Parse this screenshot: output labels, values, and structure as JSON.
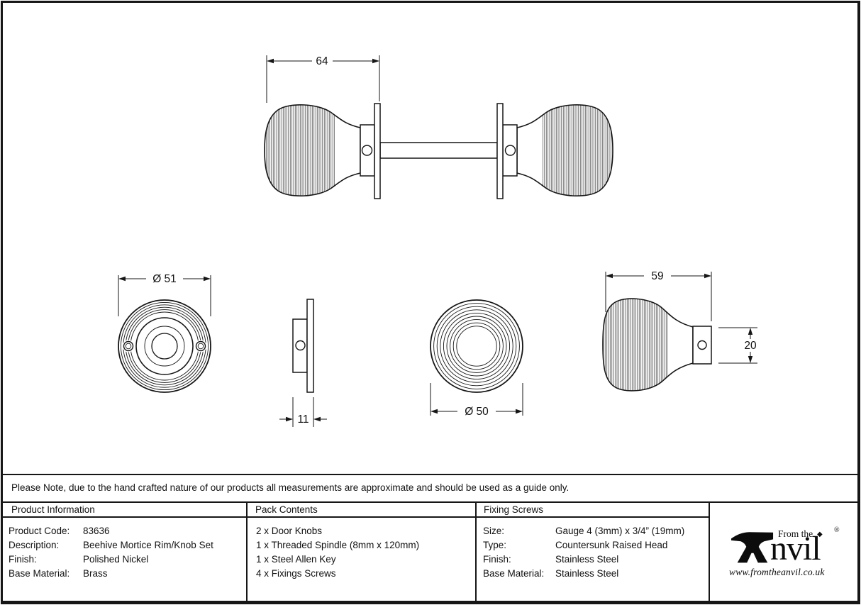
{
  "note": "Please Note, due to the hand crafted nature of our products all measurements are approximate and should be used as a guide only.",
  "drawings": {
    "assembly": {
      "width": "64"
    },
    "rose_front": {
      "diameter": "Ø 51"
    },
    "rose_side": {
      "depth": "11"
    },
    "knob_front": {
      "diameter": "Ø 50"
    },
    "knob_side": {
      "width": "59",
      "collar_height": "20"
    }
  },
  "table": {
    "product_information": {
      "header": "Product Information",
      "rows": [
        {
          "label": "Product Code:",
          "value": "83636"
        },
        {
          "label": "Description:",
          "value": "Beehive Mortice Rim/Knob Set"
        },
        {
          "label": "Finish:",
          "value": "Polished Nickel"
        },
        {
          "label": "Base Material:",
          "value": "Brass"
        }
      ]
    },
    "pack_contents": {
      "header": "Pack Contents",
      "items": [
        "2 x Door Knobs",
        "1 x Threaded Spindle (8mm x 120mm)",
        "1 x Steel Allen Key",
        "4 x Fixings Screws"
      ]
    },
    "fixing_screws": {
      "header": "Fixing Screws",
      "rows": [
        {
          "label": "Size:",
          "value": "Gauge 4 (3mm) x 3/4” (19mm)"
        },
        {
          "label": "Type:",
          "value": "Countersunk Raised Head"
        },
        {
          "label": "Finish:",
          "value": "Stainless Steel"
        },
        {
          "label": "Base Material:",
          "value": "Stainless Steel"
        }
      ]
    }
  },
  "logo": {
    "icon": "anvil-icon",
    "brand_prefix": "From the",
    "diamond": "◆",
    "brand_display": "nvil",
    "registered": "®",
    "website": "www.fromtheanvil.co.uk"
  },
  "colors": {
    "line": "#161616",
    "background": "#ffffff"
  }
}
